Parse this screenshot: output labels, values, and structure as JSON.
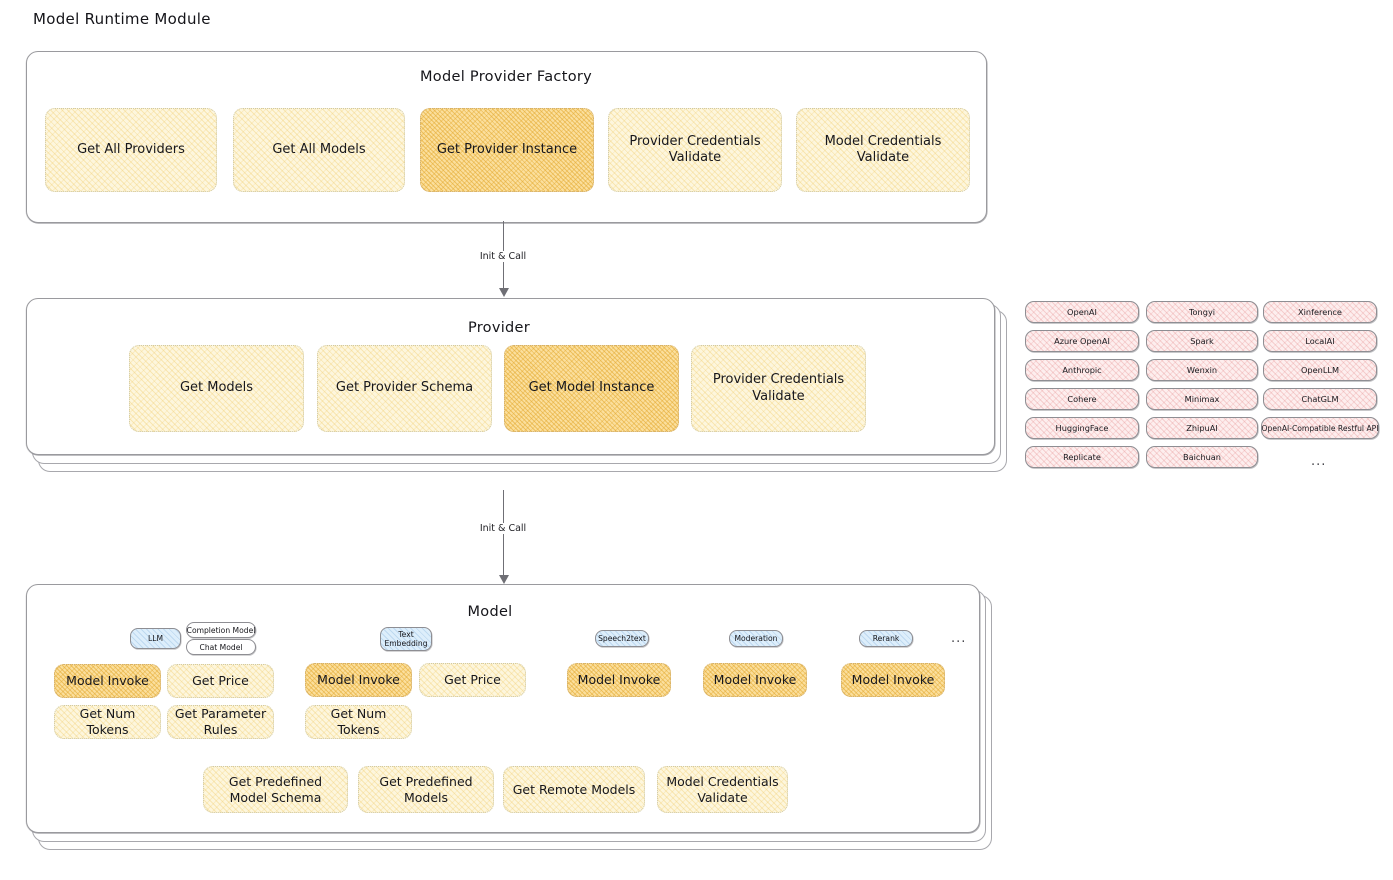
{
  "page": {
    "title": "Model Runtime Module"
  },
  "connectors": [
    {
      "label": "Init & Call"
    },
    {
      "label": "Init & Call"
    }
  ],
  "factory": {
    "title": "Model Provider Factory",
    "nodes": [
      {
        "label": "Get All Providers",
        "highlight": false
      },
      {
        "label": "Get All Models",
        "highlight": false
      },
      {
        "label": "Get Provider Instance",
        "highlight": true
      },
      {
        "label": "Provider Credentials Validate",
        "highlight": false
      },
      {
        "label": "Model Credentials Validate",
        "highlight": false
      }
    ]
  },
  "provider": {
    "title": "Provider",
    "nodes": [
      {
        "label": "Get Models",
        "highlight": false
      },
      {
        "label": "Get Provider Schema",
        "highlight": false
      },
      {
        "label": "Get Model Instance",
        "highlight": true
      },
      {
        "label": "Provider Credentials Validate",
        "highlight": false
      }
    ]
  },
  "provider_list": {
    "columns": [
      {
        "items": [
          "OpenAI",
          "Azure OpenAI",
          "Anthropic",
          "Cohere",
          "HuggingFace",
          "Replicate"
        ]
      },
      {
        "items": [
          "Tongyi",
          "Spark",
          "Wenxin",
          "Minimax",
          "ZhipuAI",
          "Baichuan"
        ]
      },
      {
        "items": [
          "Xinference",
          "LocalAI",
          "OpenLLM",
          "ChatGLM",
          "OpenAI-Compatible Restful API"
        ]
      }
    ],
    "more": "..."
  },
  "model": {
    "title": "Model",
    "more": "...",
    "types": [
      {
        "name": "LLM",
        "style": "blue",
        "subtypes": [
          "Completion Model",
          "Chat Model"
        ],
        "nodes": [
          {
            "label": "Model Invoke",
            "highlight": true
          },
          {
            "label": "Get Price",
            "highlight": false
          },
          {
            "label": "Get Num Tokens",
            "highlight": false
          },
          {
            "label": "Get Parameter Rules",
            "highlight": false
          }
        ]
      },
      {
        "name": "Text Embedding",
        "style": "blue",
        "subtypes": [],
        "nodes": [
          {
            "label": "Model Invoke",
            "highlight": true
          },
          {
            "label": "Get Price",
            "highlight": false
          },
          {
            "label": "Get Num Tokens",
            "highlight": false
          }
        ]
      },
      {
        "name": "Speech2text",
        "style": "blue",
        "subtypes": [],
        "nodes": [
          {
            "label": "Model Invoke",
            "highlight": true
          }
        ]
      },
      {
        "name": "Moderation",
        "style": "blue",
        "subtypes": [],
        "nodes": [
          {
            "label": "Model Invoke",
            "highlight": true
          }
        ]
      },
      {
        "name": "Rerank",
        "style": "blue",
        "subtypes": [],
        "nodes": [
          {
            "label": "Model Invoke",
            "highlight": true
          }
        ]
      }
    ],
    "common_nodes": [
      {
        "label": "Get Predefined Model Schema"
      },
      {
        "label": "Get Predefined Models"
      },
      {
        "label": "Get Remote Models"
      },
      {
        "label": "Model Credentials Validate"
      }
    ]
  },
  "colors": {
    "cream": "#fdf6dd",
    "amber": "#fbdf9d",
    "rose": "#fdeeee",
    "blue": "#ddeefb",
    "stroke": "#9a9a9e"
  }
}
